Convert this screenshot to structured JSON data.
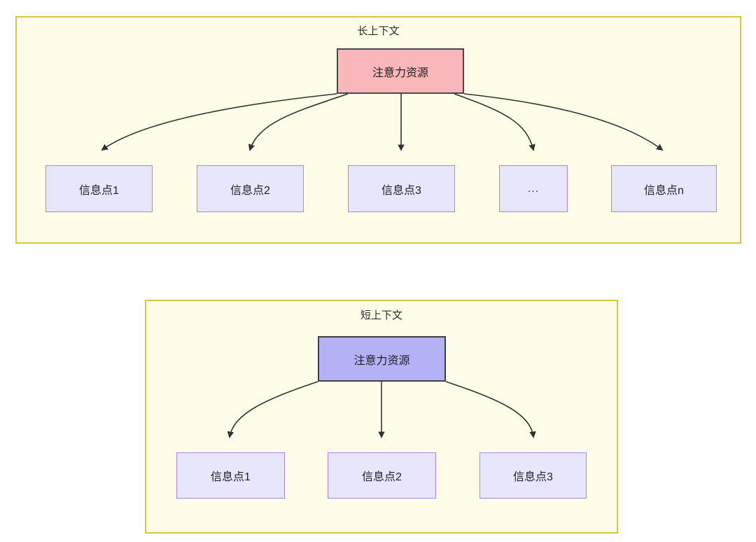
{
  "diagram": {
    "background_color": "#ffffff",
    "groups": [
      {
        "id": "long-context",
        "title": "长上下文",
        "fill": "#fffce8",
        "stroke": "#d6c843",
        "root": {
          "label": "注意力资源",
          "fill": "#f9b6bb",
          "stroke": "#4a4a4a"
        },
        "leaves": [
          {
            "label": "信息点1"
          },
          {
            "label": "信息点2"
          },
          {
            "label": "信息点3"
          },
          {
            "label": "..."
          },
          {
            "label": "信息点n"
          }
        ],
        "leaf_fill": "#e8e6fd",
        "leaf_stroke": "#ad85e4"
      },
      {
        "id": "short-context",
        "title": "短上下文",
        "fill": "#fffce8",
        "stroke": "#d6c843",
        "root": {
          "label": "注意力资源",
          "fill": "#b5b1f7",
          "stroke": "#3f3f3f"
        },
        "leaves": [
          {
            "label": "信息点1"
          },
          {
            "label": "信息点2"
          },
          {
            "label": "信息点3"
          }
        ],
        "leaf_fill": "#e8e6fd",
        "leaf_stroke": "#ad85e4"
      }
    ],
    "edge_color": "#333333"
  }
}
